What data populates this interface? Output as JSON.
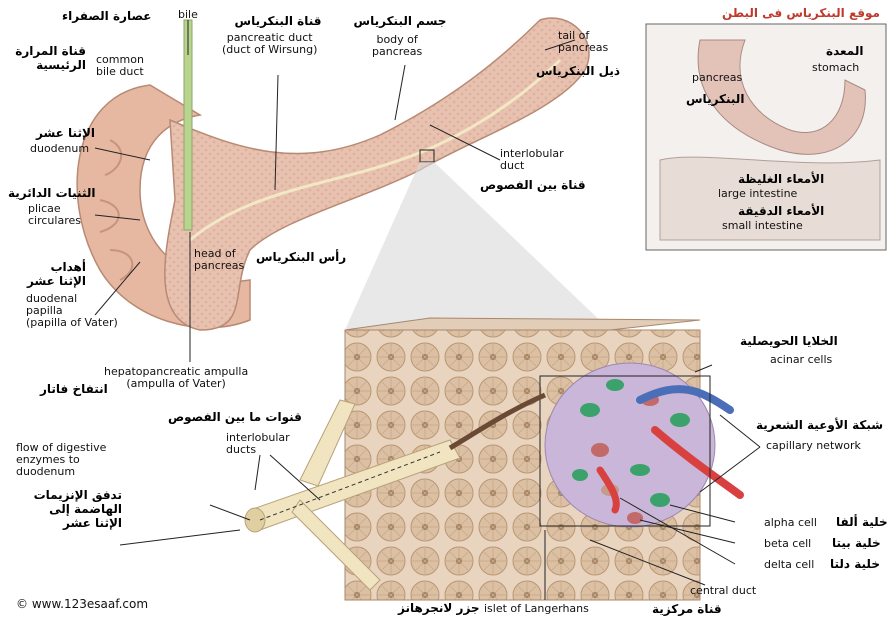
{
  "labels": {
    "bile_ar": "عصارة الصفراء",
    "bile": "bile",
    "cbd_ar": "قناة المرارة الرئيسية",
    "cbd": "common\nbile duct",
    "pduct_ar": "قناة البنكرياس",
    "pduct": "pancreatic duct\n(duct of Wirsung)",
    "body_ar": "جسم البنكرياس",
    "body": "body of\npancreas",
    "tail": "tail of\npancreas",
    "tail_ar": "ذيل البنكرياس",
    "duo_ar": "الإثنا عشر",
    "duo": "duodenum",
    "plicae_ar": "الثنيات الدائرية",
    "plicae": "plicae\ncirculares",
    "papilla_ar": "أهداب\nالإثنا عشر",
    "papilla": "duodenal\npapilla\n(papilla of Vater)",
    "interlob": "interlobular\nduct",
    "interlob_ar": "قناة بين الفصوص",
    "head": "head of\npancreas",
    "head_ar": "رأس البنكرياس",
    "ampulla": "hepatopancreatic ampulla\n(ampulla of Vater)",
    "ampulla_ar": "انتفاخ فاتار",
    "ducts_ar": "قنوات ما بين الفصوص",
    "ducts": "interlobular\nducts",
    "flow": "flow of digestive\nenzymes to\nduodenum",
    "flow_ar": "تدفق الإنزيمات\nالهاضمة إلى\nالإثنا عشر",
    "acinar_ar": "الخلايا الحويصلية",
    "acinar": "acinar cells",
    "cap_ar": "شبكة الأوعية الشعرية",
    "cap": "capillary network",
    "alpha": "alpha cell",
    "alpha_ar": "خلية ألفا",
    "beta": "beta cell",
    "beta_ar": "خلية بيتا",
    "delta": "delta cell",
    "delta_ar": "خلية دلتا",
    "central": "central duct",
    "central_ar": "قناة مركزية",
    "islet": "islet of Langerhans",
    "islet_ar": "جزر لانجرهانز",
    "copyright": "© www.123esaaf.com"
  },
  "inset": {
    "title": "موقع البنكرياس فى البطن",
    "stomach_ar": "المعدة",
    "stomach": "stomach",
    "pancreas": "pancreas",
    "pancreas_ar": "البنكرياس",
    "large_ar": "الأمعاء الغليظة",
    "large": "large intestine",
    "small_ar": "الأمعاء الدقيقة",
    "small": "small intestine"
  },
  "colors": {
    "pancreas": "#e8c2b0",
    "pancreas_dark": "#c99985",
    "duodenum": "#e6b8a2",
    "tissue": "#e9d4bf",
    "islet": "#c9b6d8",
    "alpha": "#3aa26a",
    "beta": "#c26a6a",
    "delta": "#c49a8a",
    "artery": "#d94040",
    "vein": "#4a6fb8",
    "duct": "#f1e4c0"
  }
}
